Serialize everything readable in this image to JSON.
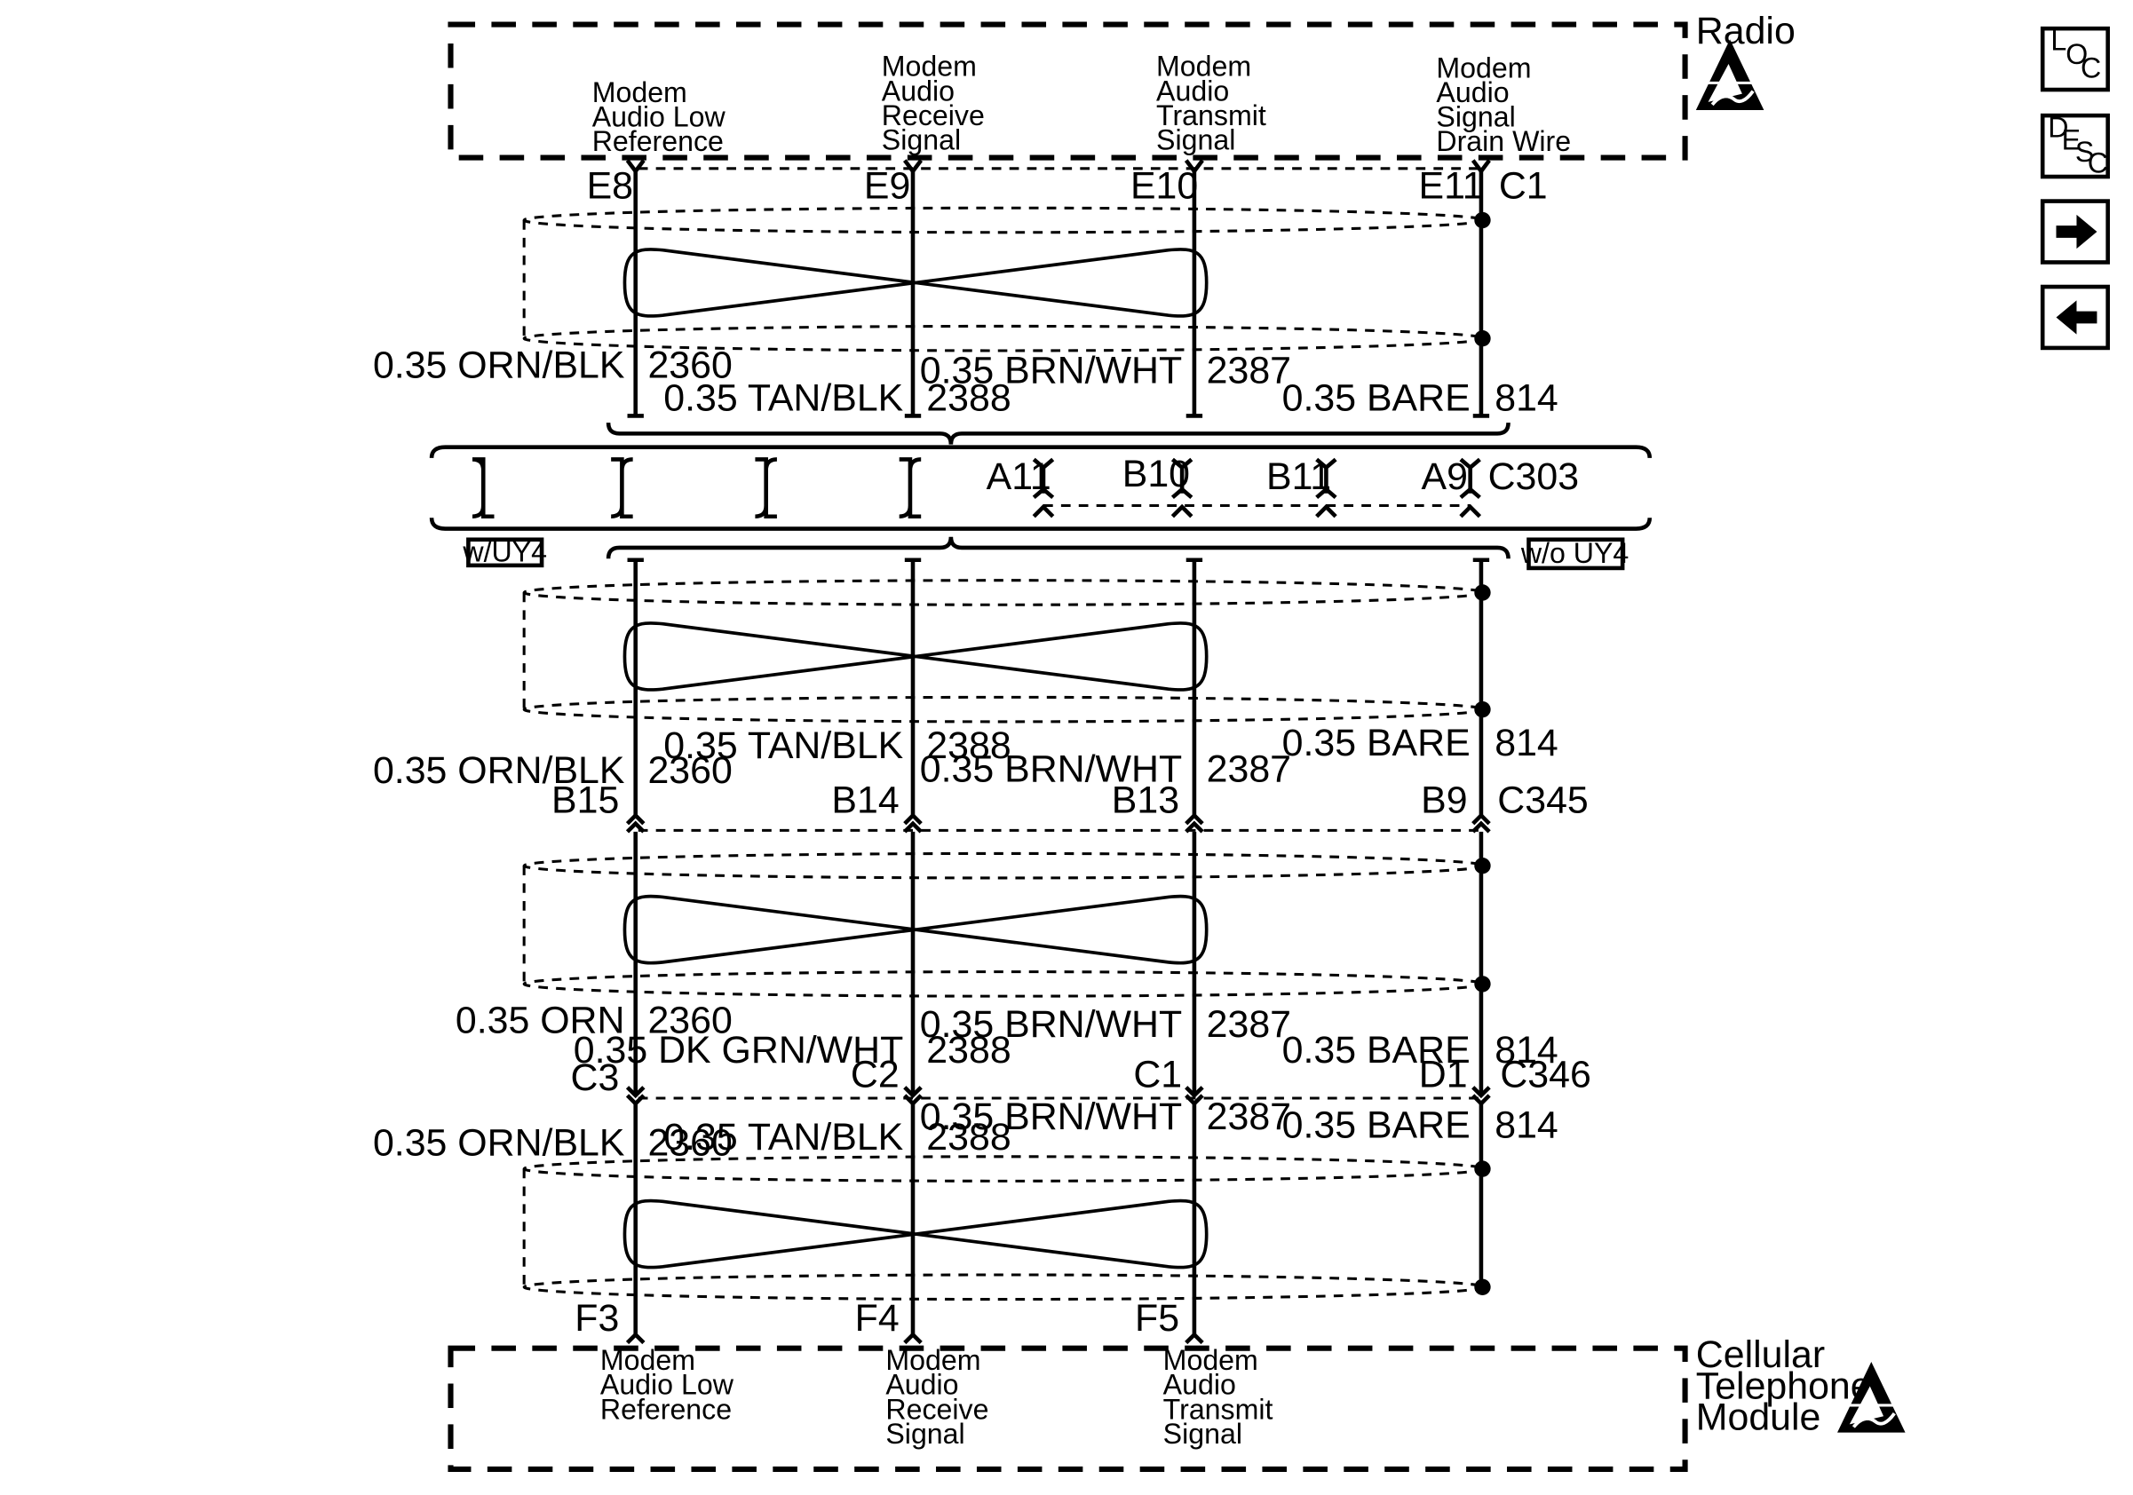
{
  "components": {
    "top": {
      "name": "Radio",
      "connector": "C1"
    },
    "bottom": {
      "name_lines": [
        "Cellular",
        "Telephone",
        "Module"
      ]
    }
  },
  "functions": [
    {
      "top_lines": [
        "Modem",
        "Audio Low",
        "Reference"
      ],
      "bottom_lines": [
        "Modem",
        "Audio Low",
        "Reference"
      ]
    },
    {
      "top_lines": [
        "Modem",
        "Audio",
        "Receive",
        "Signal"
      ],
      "bottom_lines": [
        "Modem",
        "Audio",
        "Receive",
        "Signal"
      ]
    },
    {
      "top_lines": [
        "Modem",
        "Audio",
        "Transmit",
        "Signal"
      ],
      "bottom_lines": [
        "Modem",
        "Audio",
        "Transmit",
        "Signal"
      ]
    },
    {
      "top_lines": [
        "Modem",
        "Audio",
        "Signal",
        "Drain Wire"
      ],
      "bottom_lines": []
    }
  ],
  "pins": {
    "radio_c1": [
      "E8",
      "E9",
      "E10",
      "E11"
    ],
    "c303": [
      "A11",
      "B10",
      "B11",
      "A9"
    ],
    "c345": [
      "B15",
      "B14",
      "B13",
      "B9"
    ],
    "c346": [
      "C3",
      "C2",
      "C1",
      "D1"
    ],
    "ctm": [
      "F3",
      "F4",
      "F5"
    ]
  },
  "connectors": {
    "c303": "C303",
    "c345": "C345",
    "c346": "C346"
  },
  "options": {
    "with": "w/UY4",
    "without": "w/o UY4"
  },
  "wire_sections": {
    "radio_to_c303": [
      {
        "gauge_color": "0.35 ORN/BLK",
        "circuit": "2360"
      },
      {
        "gauge_color": "0.35 TAN/BLK",
        "circuit": "2388"
      },
      {
        "gauge_color": "0.35 BRN/WHT",
        "circuit": "2387"
      },
      {
        "gauge_color": "0.35 BARE",
        "circuit": "814"
      }
    ],
    "c303_to_c345": [
      {
        "gauge_color": "0.35 ORN/BLK",
        "circuit": "2360"
      },
      {
        "gauge_color": "0.35 TAN/BLK",
        "circuit": "2388"
      },
      {
        "gauge_color": "0.35 BRN/WHT",
        "circuit": "2387"
      },
      {
        "gauge_color": "0.35 BARE",
        "circuit": "814"
      }
    ],
    "c345_to_c346": [
      {
        "gauge_color": "0.35 ORN",
        "circuit": "2360"
      },
      {
        "gauge_color": "0.35 DK GRN/WHT",
        "circuit": "2388"
      },
      {
        "gauge_color": "0.35 BRN/WHT",
        "circuit": "2387"
      },
      {
        "gauge_color": "0.35 BARE",
        "circuit": "814"
      }
    ],
    "c346_to_ctm": [
      {
        "gauge_color": "0.35 ORN/BLK",
        "circuit": "2360"
      },
      {
        "gauge_color": "0.35 TAN/BLK",
        "circuit": "2388"
      },
      {
        "gauge_color": "0.35 BRN/WHT",
        "circuit": "2387"
      },
      {
        "gauge_color": "0.35 BARE",
        "circuit": "814"
      }
    ]
  },
  "nav": {
    "loc": {
      "l": "L",
      "o": "O",
      "c": "C"
    },
    "desc": {
      "d": "D",
      "e": "E",
      "s": "S",
      "c": "C"
    },
    "next_icon": "arrow-right-icon",
    "prev_icon": "arrow-left-icon"
  },
  "icons": {
    "esd": "esd-sensitive-icon"
  }
}
